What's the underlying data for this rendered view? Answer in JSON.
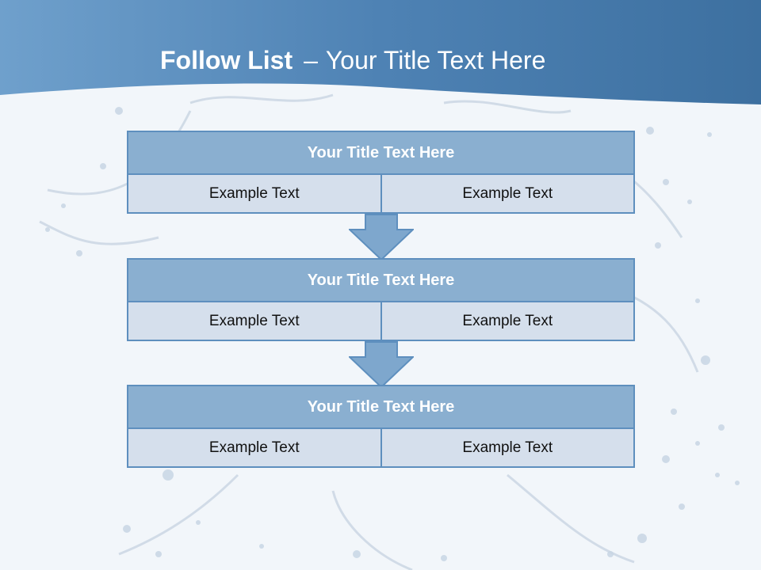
{
  "slide": {
    "title_bold": "Follow List",
    "title_sep": "–",
    "title_rest": "Your Title Text Here"
  },
  "blocks": [
    {
      "title": "Your Title Text Here",
      "left": "Example Text",
      "right": "Example Text"
    },
    {
      "title": "Your Title Text Here",
      "left": "Example Text",
      "right": "Example Text"
    },
    {
      "title": "Your Title Text Here",
      "left": "Example Text",
      "right": "Example Text"
    }
  ],
  "colors": {
    "header_dark": "#3d70a0",
    "header_light": "#6fa0cc",
    "block_title_fill": "#8aafd0",
    "block_border": "#5e8fbe",
    "block_cell_fill": "#d5dfec",
    "arrow_fill": "#7ea7cd"
  }
}
